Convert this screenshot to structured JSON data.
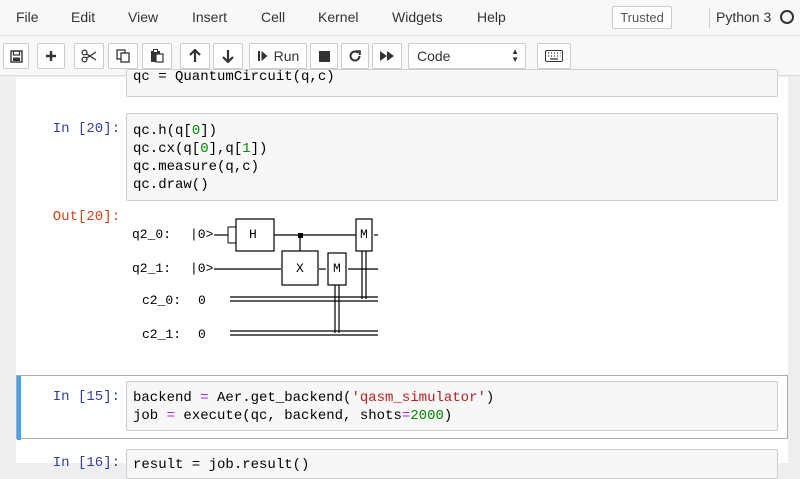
{
  "menu": {
    "items": [
      "File",
      "Edit",
      "View",
      "Insert",
      "Cell",
      "Kernel",
      "Widgets",
      "Help"
    ],
    "trusted_label": "Trusted",
    "kernel_name": "Python 3"
  },
  "toolbar": {
    "run_label": "Run",
    "cell_type": "Code"
  },
  "cells": {
    "prev_line": "qc = QuantumCircuit(q,c)",
    "cell20": {
      "prompt_in": "In [20]:",
      "prompt_out": "Out[20]:"
    },
    "cell15": {
      "prompt_in": "In [15]:"
    },
    "cell16": {
      "prompt_in": "In [16]:",
      "line": "result = job.result()"
    }
  },
  "circuit": {
    "wires": [
      {
        "name": "q2_0:",
        "init": "|0>"
      },
      {
        "name": "q2_1:",
        "init": "|0>"
      },
      {
        "name": "c2_0:",
        "init": "0"
      },
      {
        "name": "c2_1:",
        "init": "0"
      }
    ],
    "gates": {
      "h": "H",
      "x": "X",
      "m1": "M",
      "m2": "M"
    }
  },
  "colors": {
    "prompt_in": "#303f9f",
    "prompt_out": "#d84315",
    "selected_bar": "#42a5f5"
  }
}
